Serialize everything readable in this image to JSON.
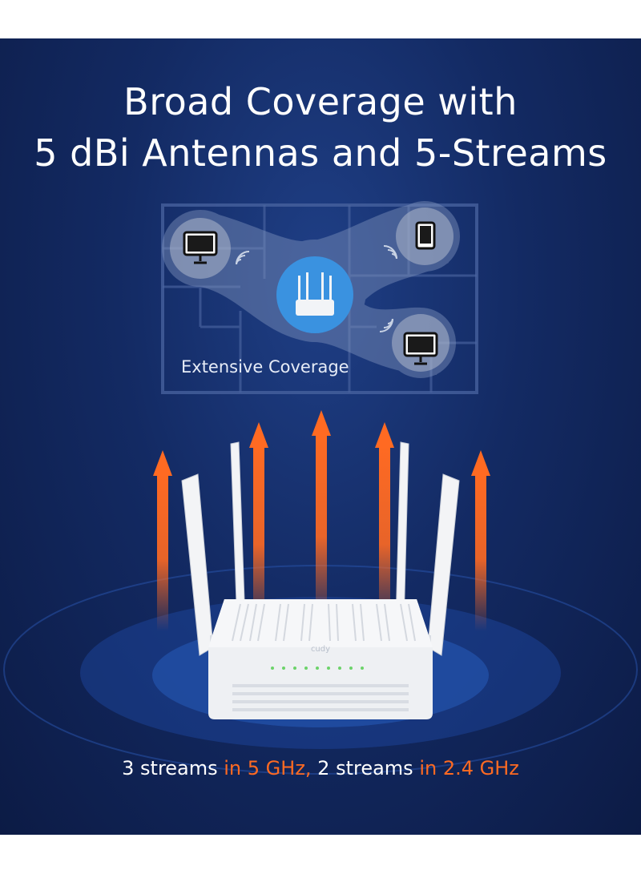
{
  "headline": {
    "line1": "Broad Coverage with",
    "line2": "5 dBi Antennas and 5-Streams"
  },
  "floorplan": {
    "caption": "Extensive Coverage",
    "devices": [
      "monitor-icon",
      "tablet-icon",
      "monitor-icon",
      "router-icon"
    ]
  },
  "router": {
    "brand": "cudy"
  },
  "streams": {
    "part1": "3 streams ",
    "part2": "in 5 GHz,",
    "part3": " 2 streams ",
    "part4": "in 2.4 GHz"
  },
  "colors": {
    "background": "#132a63",
    "accent": "#ff6a22",
    "coverage_highlight": "#3a92e0",
    "text": "#ffffff"
  }
}
